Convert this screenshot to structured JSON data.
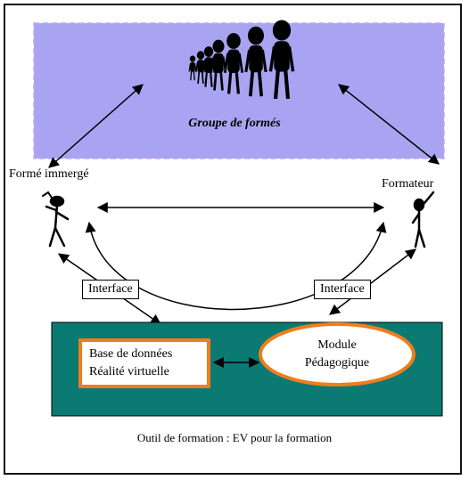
{
  "diagram": {
    "group_label": "Groupe de formés",
    "immerged_trainee_label": "Formé immergé",
    "trainer_label": "Formateur",
    "interface_left_label": "Interface",
    "interface_right_label": "Interface",
    "database_line1": "Base de données",
    "database_line2": "Réalité virtuelle",
    "module_line1": "Module",
    "module_line2": "Pédagogique",
    "caption": "Outil de formation : EV pour la formation"
  },
  "colors": {
    "group_fill": "#a9a4f2",
    "group_border": "#c3a6ee",
    "tool_fill": "#0a7a73",
    "box_border": "#f07d1c",
    "figure": "#000000"
  }
}
